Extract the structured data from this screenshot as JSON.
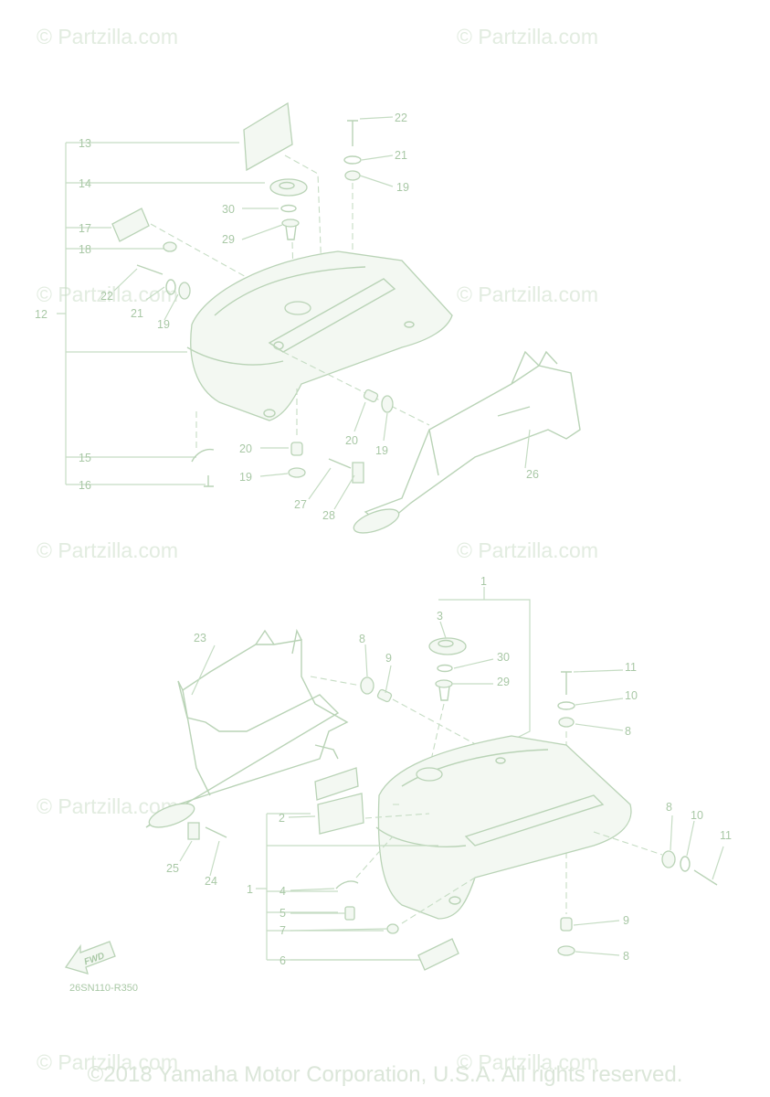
{
  "watermark_text": "© Partzilla.com",
  "copyright": "©2018 Yamaha Motor Corporation, U.S.A. All rights reserved.",
  "diagram_code": "26SN110-R350",
  "fwd_label": "FWD",
  "callouts": {
    "top": {
      "c22a": "22",
      "c21a": "21",
      "c19a": "19",
      "c13": "13",
      "c14": "14",
      "c30": "30",
      "c29": "29",
      "c17": "17",
      "c18": "18",
      "c22b": "22",
      "c21b": "21",
      "c19b": "19",
      "c12": "12",
      "c20a": "20",
      "c19c": "19",
      "c20b": "20",
      "c19d": "19",
      "c15": "15",
      "c16": "16",
      "c27": "27",
      "c28": "28",
      "c26": "26"
    },
    "bottom": {
      "c1a": "1",
      "c3": "3",
      "c23": "23",
      "c8a": "8",
      "c9a": "9",
      "c30": "30",
      "c29": "29",
      "c11a": "11",
      "c10a": "10",
      "c8b": "8",
      "c2": "2",
      "c8c": "8",
      "c10b": "10",
      "c11b": "11",
      "c25": "25",
      "c24": "24",
      "c1b": "1",
      "c4": "4",
      "c5": "5",
      "c7": "7",
      "c9b": "9",
      "c6": "6",
      "c8d": "8"
    }
  }
}
